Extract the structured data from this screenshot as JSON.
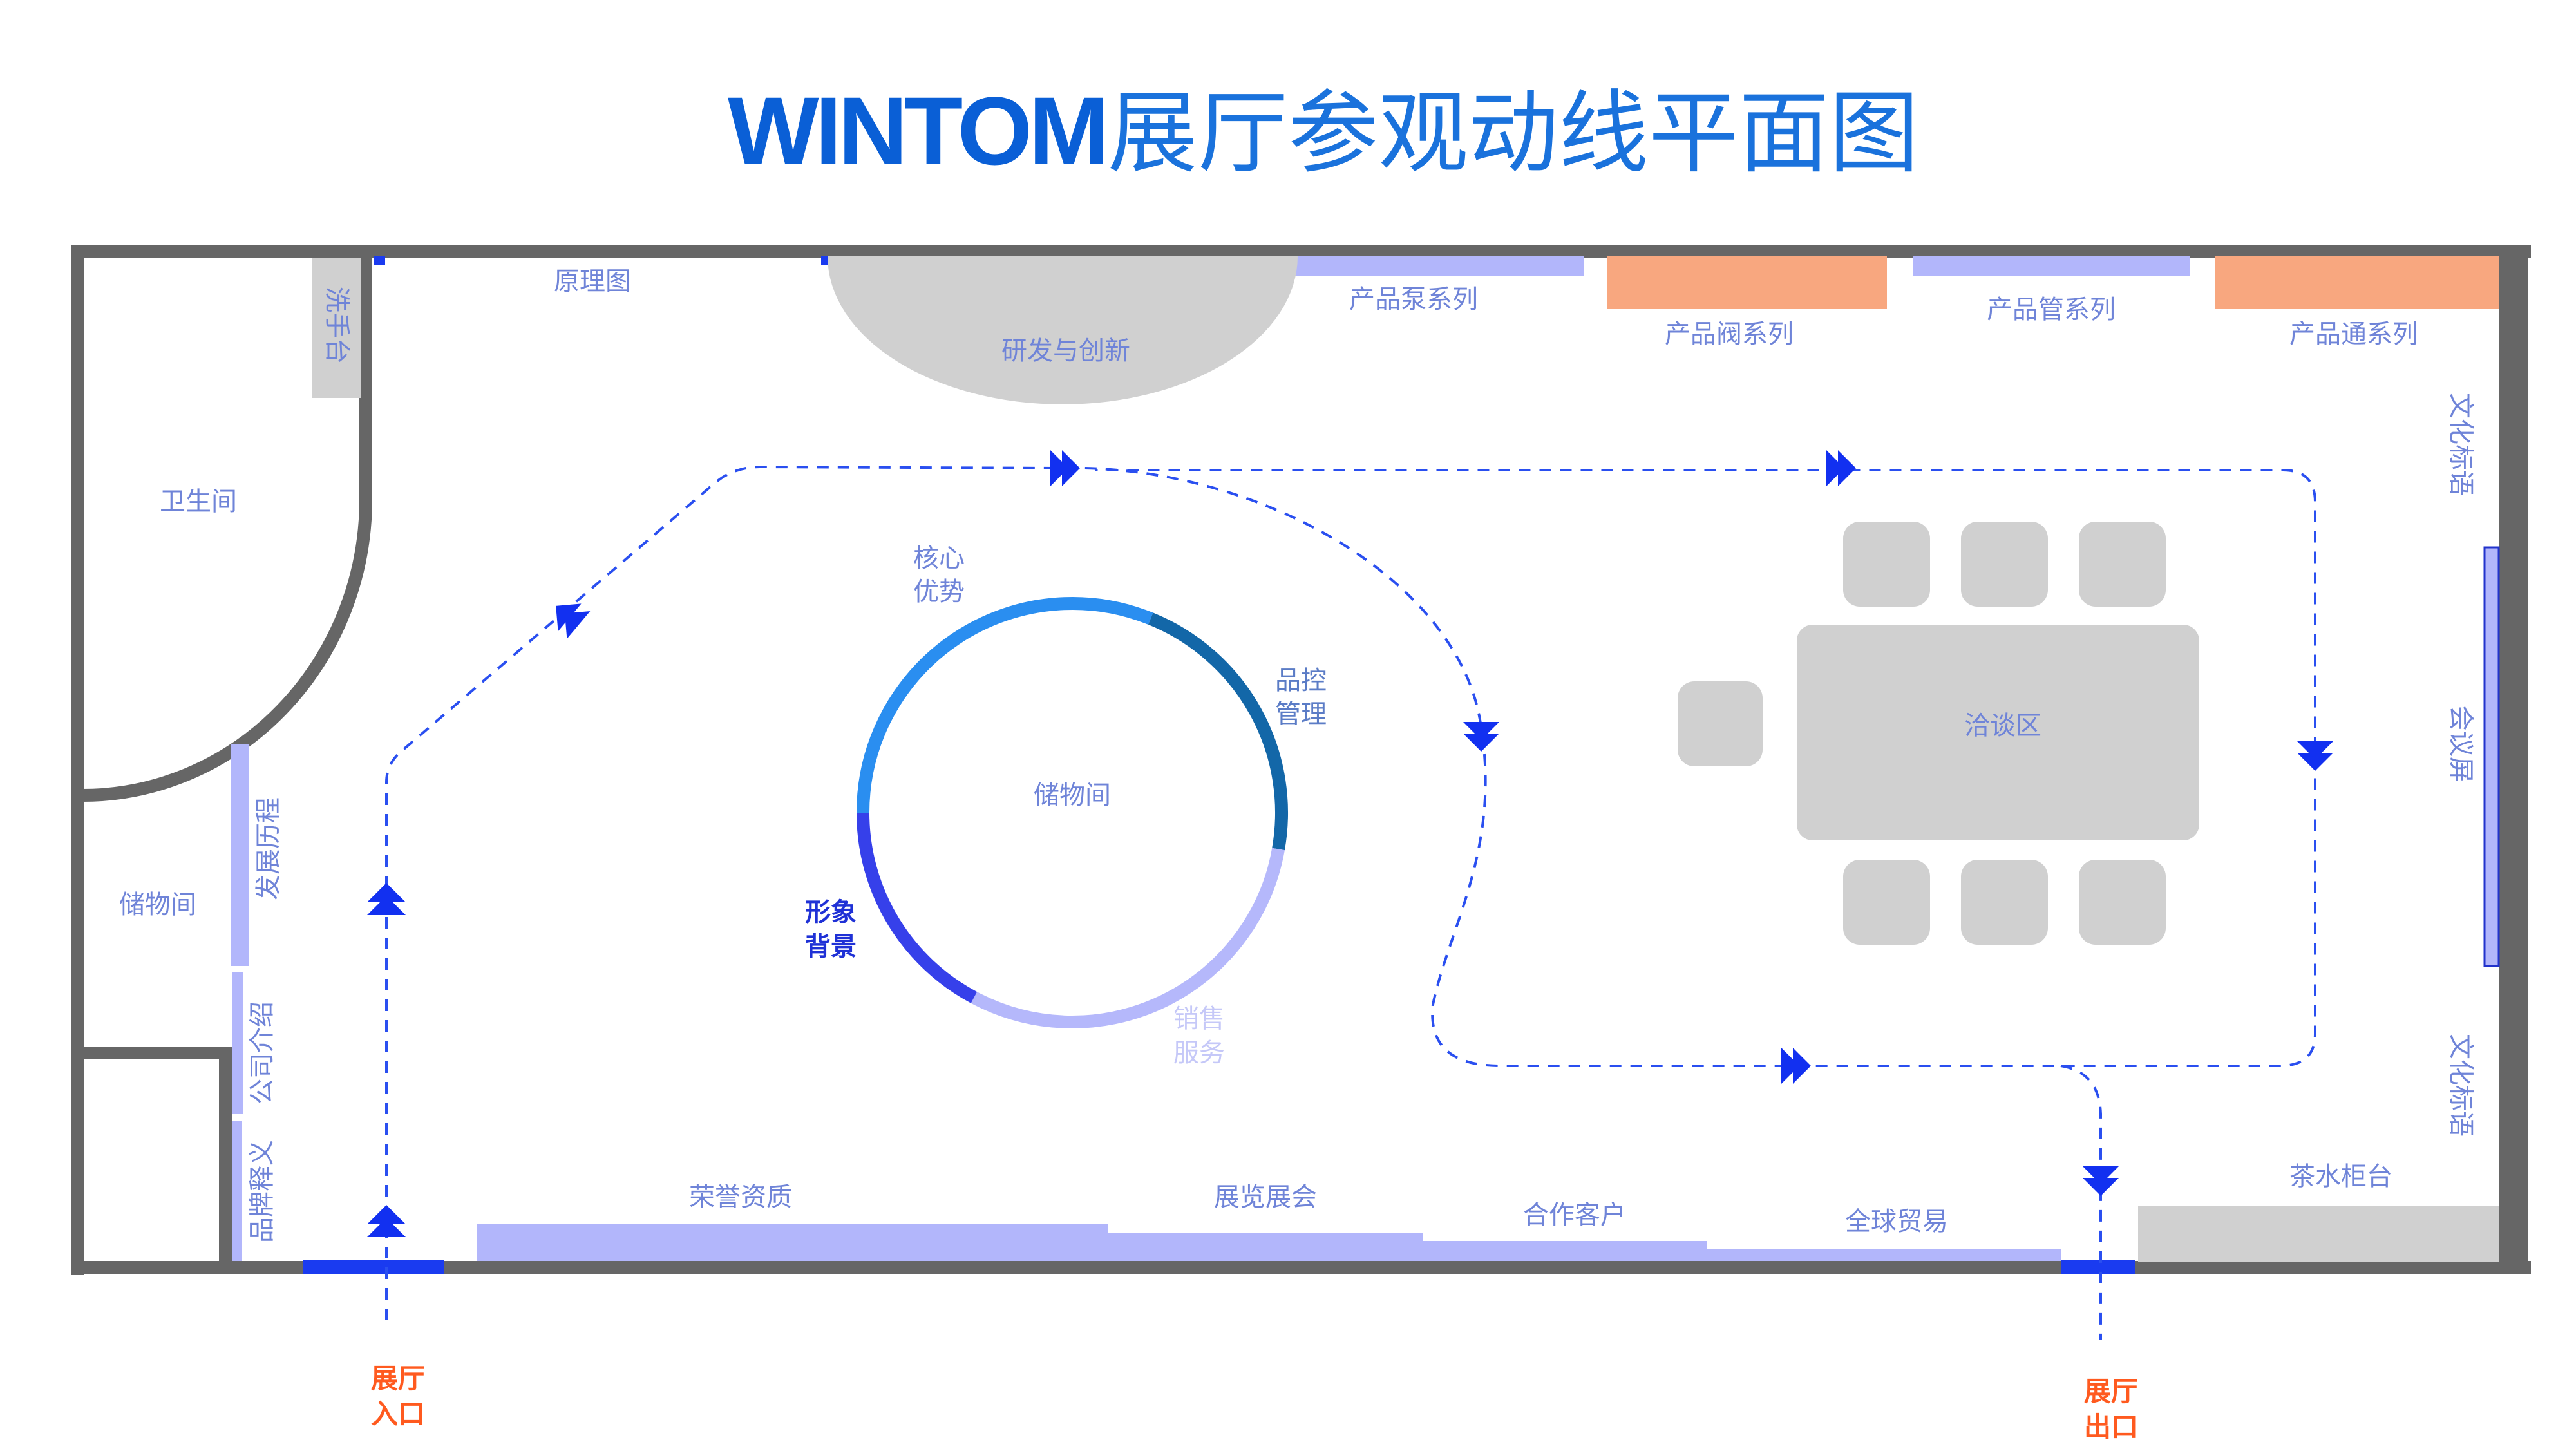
{
  "title": {
    "latin": "WINTOM",
    "cjk": "展厅参观动线平面图"
  },
  "rooms": {
    "washbasin": "洗手台",
    "restroom": "卫生间",
    "storage_left": "储物间",
    "schematic": "原理图",
    "rnd": "研发与创新",
    "pump": "产品泵系列",
    "valve": "产品阀系列",
    "pipe": "产品管系列",
    "connector": "产品通系列",
    "culture_top": "文化标语",
    "culture_bottom": "文化标语",
    "screen": "会议屏",
    "negotiation": "洽谈区",
    "tea": "茶水柜台",
    "honors": "荣誉资质",
    "exhibitions": "展览展会",
    "partners": "合作客户",
    "trade": "全球贸易",
    "history": "发展历程",
    "company": "公司介绍",
    "brand": "品牌释义"
  },
  "ring": {
    "center": "储物间",
    "segments": [
      {
        "label": [
          "核心",
          "优势"
        ],
        "color": "#2a8ef0"
      },
      {
        "label": [
          "品控",
          "管理"
        ],
        "color": "#1367a8"
      },
      {
        "label": [
          "销售",
          "服务"
        ],
        "color": "#b5b8fb"
      },
      {
        "label": [
          "形象",
          "背景"
        ],
        "color": "#3640ea"
      }
    ]
  },
  "entrance": [
    "展厅",
    "入口"
  ],
  "exit": [
    "展厅",
    "出口"
  ],
  "colors": {
    "wall": "#666666",
    "panel": "#b2b6fb",
    "panel_orange": "#f8a77f",
    "furniture": "#d0d0d0",
    "door": "#1a3bf0",
    "route": "#2a4ff0"
  }
}
